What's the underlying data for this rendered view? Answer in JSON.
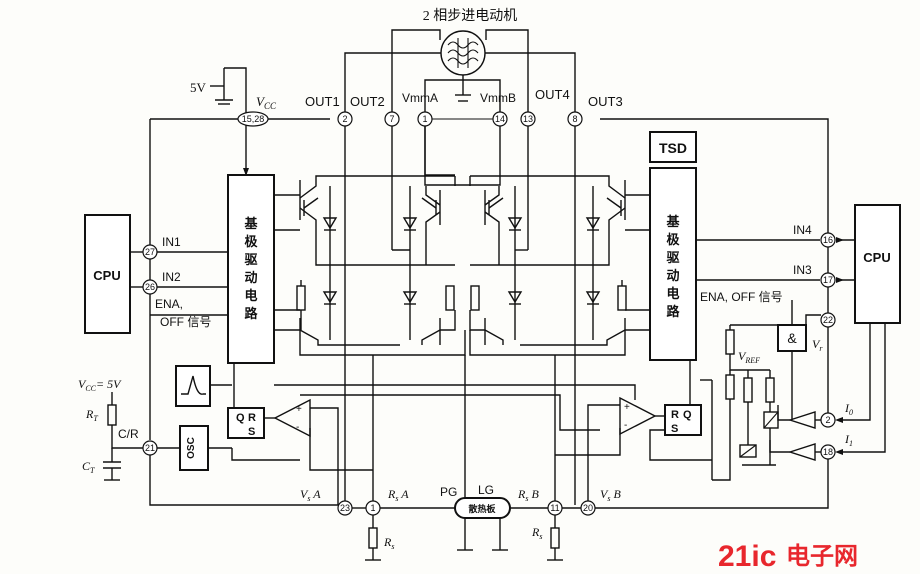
{
  "title": "2 相步进电动机",
  "supply_5v": "5V",
  "vcc_label": "V",
  "vcc_sub": "CC",
  "outputs": {
    "out1": "OUT1",
    "out2": "OUT2",
    "vmma": "VmmA",
    "vmmb": "VmmB",
    "out4": "OUT4",
    "out3": "OUT3"
  },
  "pins": {
    "p15_28": "15,28",
    "p2": "2",
    "p7": "7",
    "p1a": "1",
    "p14": "14",
    "p13": "13",
    "p8": "8",
    "p27": "27",
    "p26": "26",
    "p21": "21",
    "p16": "16",
    "p17": "17",
    "p22": "22",
    "p2b": "2",
    "p18": "18",
    "p23": "23",
    "p1b": "1",
    "p11": "11",
    "p20": "20"
  },
  "blocks": {
    "tsd": "TSD",
    "cpu_left": "CPU",
    "cpu_right": "CPU",
    "driver_left": [
      "基",
      "极",
      "驱",
      "动",
      "电",
      "路"
    ],
    "driver_right": [
      "基",
      "极",
      "驱",
      "动",
      "电",
      "路"
    ],
    "osc": "OSC",
    "and_gate": "&",
    "rs_left": [
      "Q",
      "R",
      "S"
    ],
    "rs_right": [
      "R",
      "Q",
      "S"
    ],
    "heatsink": "散热板"
  },
  "signals": {
    "in1": "IN1",
    "in2": "IN2",
    "ena_off_left": "ENA,",
    "ena_off_left2": "OFF 信号",
    "in4": "IN4",
    "in3": "IN3",
    "ena_off_right": "ENA, OFF 信号",
    "vcc5v": "V",
    "vcc5v_sub": "CC",
    "vcc5v_val": "= 5V",
    "rt": "R",
    "rt_sub": "T",
    "cr": "C/R",
    "ct": "C",
    "ct_sub": "T",
    "vref": "V",
    "vref_sub": "REF",
    "vr": "V",
    "vr_sub": "r",
    "i0": "I",
    "i0_sub": "0",
    "i1": "I",
    "i1_sub": "1",
    "vsa": "V",
    "vsa_sub": "s",
    "vsa_tail": " A",
    "rsa": "R",
    "rsa_sub": "s",
    "rsa_tail": " A",
    "pg": "PG",
    "lg": "LG",
    "rsb": "R",
    "rsb_sub": "s",
    "rsb_tail": " B",
    "vsb": "V",
    "vsb_sub": "s",
    "vsb_tail": " B",
    "rs_bottom_left": "R",
    "rs_bottom_left_sub": "s",
    "rs_bottom_right": "R",
    "rs_bottom_right_sub": "s"
  },
  "watermark": {
    "brand": "21ic",
    "cn": "电子网"
  },
  "colors": {
    "ink": "#111111",
    "background": "#fdfdfa",
    "watermark": "#e8272d"
  }
}
